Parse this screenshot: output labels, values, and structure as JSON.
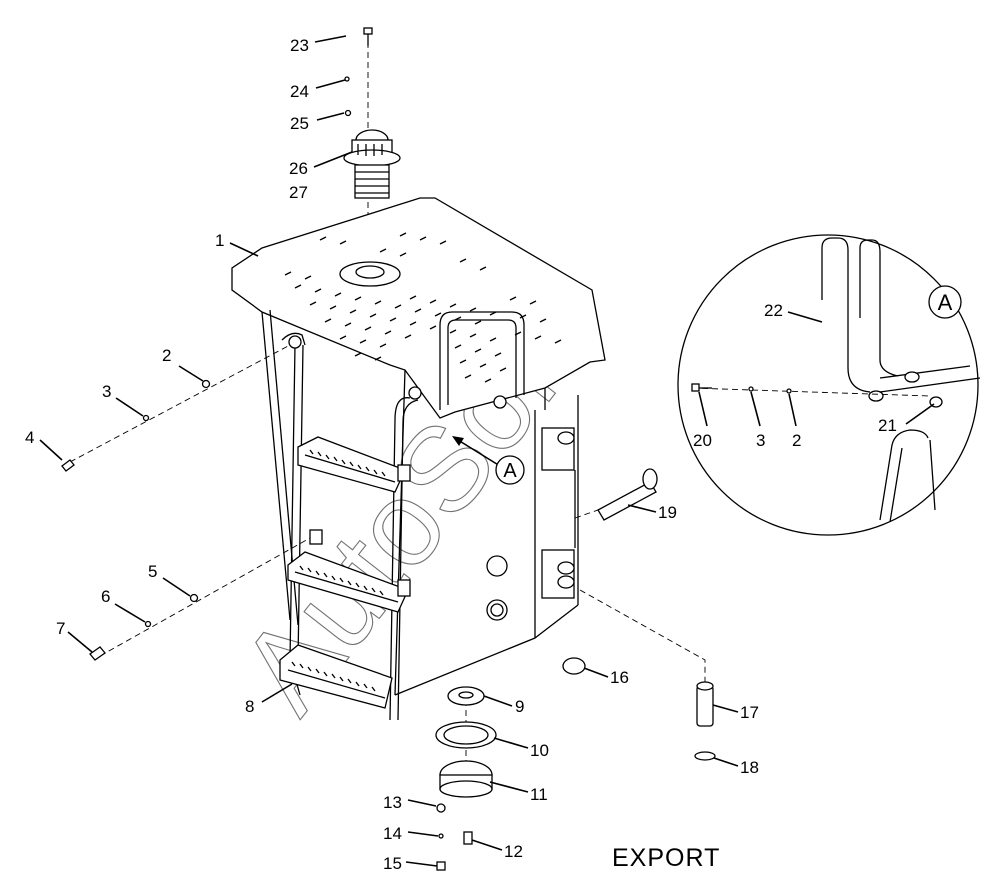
{
  "labels": {
    "l1": "1",
    "l2a": "2",
    "l3a": "3",
    "l4": "4",
    "l5": "5",
    "l6": "6",
    "l7": "7",
    "l8": "8",
    "l9": "9",
    "l10": "10",
    "l11": "11",
    "l12": "12",
    "l13": "13",
    "l14": "14",
    "l15": "15",
    "l16": "16",
    "l17": "17",
    "l18": "18",
    "l19": "19",
    "l20": "20",
    "l3b": "3",
    "l2b": "2",
    "l21": "21",
    "l22": "22",
    "l23": "23",
    "l24": "24",
    "l25": "25",
    "l26": "26",
    "l27": "27"
  },
  "view_label_main": "A",
  "view_label_detail": "A",
  "footer_text": "EXPORT",
  "watermark_text": "AutoSoft"
}
